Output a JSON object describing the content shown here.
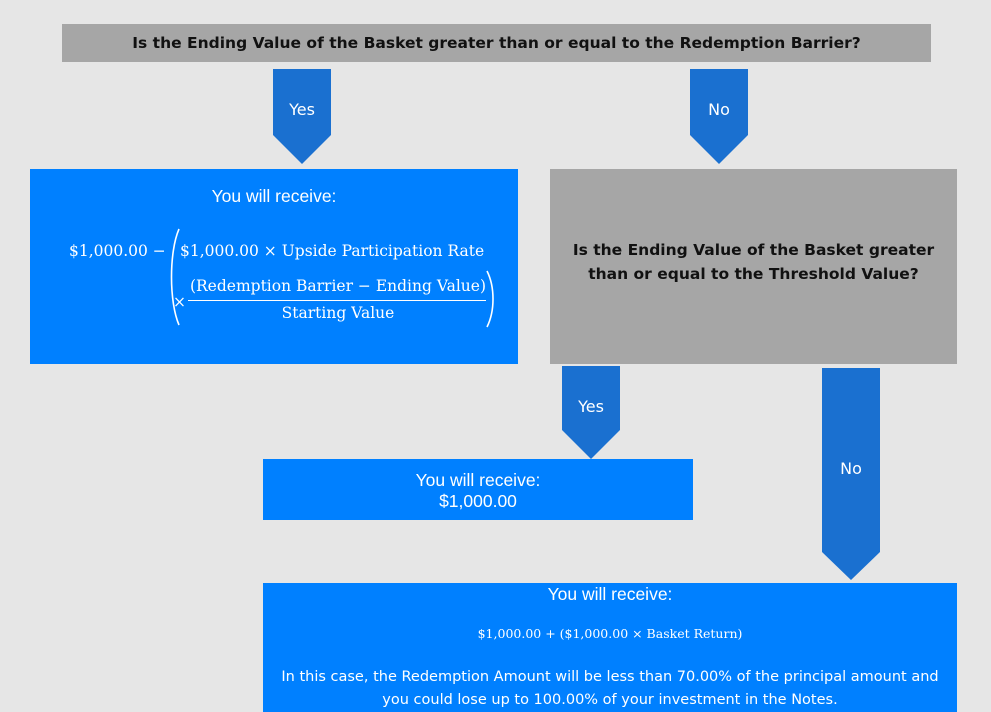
{
  "question1": "Is the Ending Value of the Basket greater than or equal to the Redemption Barrier?",
  "arrows": {
    "yes1": "Yes",
    "no1": "No",
    "yes2": "Yes",
    "no2": "No"
  },
  "box_yes1": {
    "title": "You will receive:",
    "formula_lead": "$1,000.00 −",
    "formula_term": "$1,000.00 × Upside Participation Rate",
    "times": "×",
    "numerator": "(Redemption Barrier − Ending Value)",
    "denominator": "Starting Value"
  },
  "question2": "Is the Ending Value of the Basket greater than or equal to the Threshold Value?",
  "box_yes2": {
    "title": "You will receive:",
    "amount": "$1,000.00"
  },
  "box_no2": {
    "title": "You will receive:",
    "formula": "$1,000.00 + ($1,000.00 × Basket Return)",
    "note": "In this case, the Redemption Amount will be less than 70.00% of the principal amount and you could lose up to 100.00% of your investment in the Notes."
  },
  "colors": {
    "background": "#e6e6e6",
    "gray_box": "#a6a6a6",
    "blue_box": "#0080ff",
    "arrow": "#1a70d0"
  }
}
